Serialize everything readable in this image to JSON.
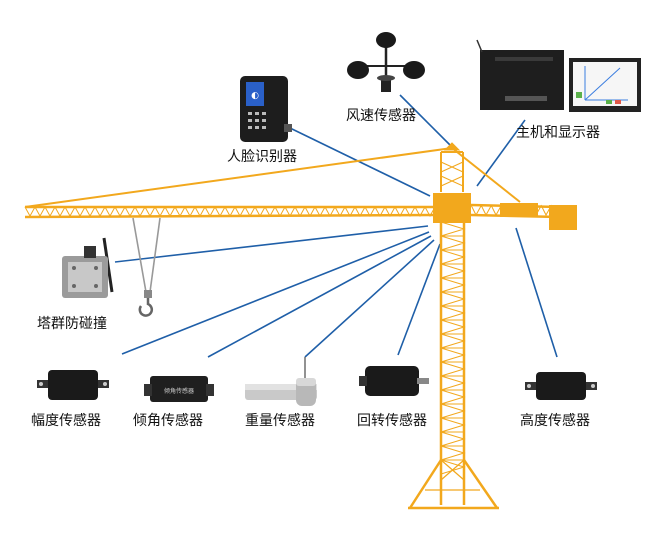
{
  "labels": {
    "face_recognition": "人脸识别器",
    "wind_speed": "风速传感器",
    "host_display": "主机和显示器",
    "anti_collision": "塔群防碰撞",
    "amplitude": "幅度传感器",
    "tilt": "倾角传感器",
    "weight": "重量传感器",
    "rotation": "回转传感器",
    "height": "高度传感器"
  },
  "device_text": {
    "tilt_box": "倾角传感器"
  },
  "colors": {
    "crane": "#F2A81D",
    "connector": "#1F5FA8",
    "device": "#1a1a1a"
  }
}
